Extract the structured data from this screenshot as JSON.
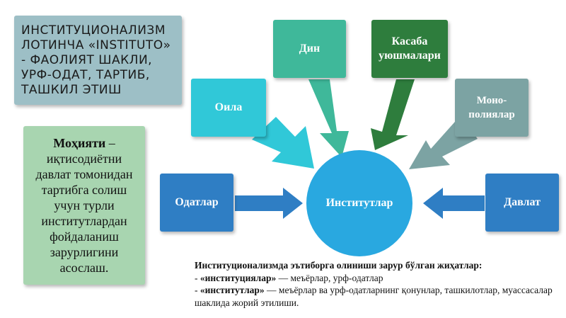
{
  "title": "ИНСТИТУЦИОНАЛИЗМ ЛОТИНЧА «INSTITUTO» - ФАОЛИЯТ ШАКЛИ, УРФ-ОДАТ, ТАРТИБ, ТАШКИЛ ЭТИШ",
  "definition": {
    "term": "Моҳияти",
    "text": " – иқтисодиётни давлат томонидан тартибга солиш учун турли институтлардан фойдаланиш зарурлигини асослаш."
  },
  "center": "Институтлар",
  "nodes": {
    "oila": "Оила",
    "din": "Дин",
    "kasaba": "Касаба уюшмалари",
    "mono": "Моно-полиялар",
    "odatlar": "Одатлар",
    "davlat": "Давлат"
  },
  "notes": {
    "heading": "Институционализмда эътиборга олиниши зарур бўлган жиҳатлар:",
    "item1_term": "«институциялар»",
    "item1_text": " — меъёрлар, урф-одатлар",
    "item2_term": "«институтлар»",
    "item2_text": " — меъёрлар ва урф-одатларнинг қонунлар, ташкилотлар, муассасалар шаклида жорий этилиши."
  },
  "colors": {
    "oila": "#30c8d8",
    "din": "#3fb89a",
    "kasaba": "#2e7d3d",
    "mono": "#7ca3a3",
    "odatlar": "#2f7ec4",
    "davlat": "#2f7ec4",
    "center": "#29a8e0"
  }
}
